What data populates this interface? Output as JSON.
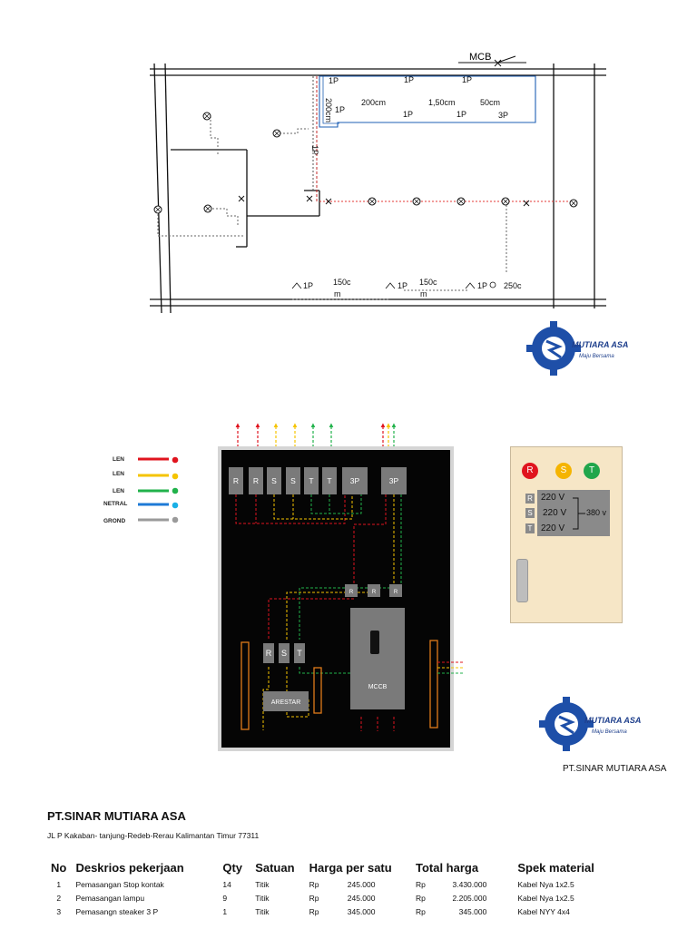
{
  "wiring_plan": {
    "mcb_label": "MCB",
    "labels_1p": [
      "1P",
      "1P",
      "1P",
      "1P",
      "1P",
      "1P",
      "1P"
    ],
    "label_3p": "3P",
    "dim_200cm_top": "200cm",
    "dim_150cm_top": "1,50cm",
    "dim_50cm": "50cm",
    "dim_200cm_vertical": "200cm",
    "bottom_labels": [
      "1P",
      "150c",
      "m",
      "1P",
      "150c",
      "m",
      "1P",
      "250c"
    ]
  },
  "logo": {
    "text_main": "MUTIARA ASA",
    "text_sub": "Maju Bersama"
  },
  "panel": {
    "legend": [
      {
        "label": "LEN",
        "color": "#e0141e"
      },
      {
        "label": "LEN",
        "color": "#f5c400"
      },
      {
        "label": "LEN",
        "color": "#21b24b"
      },
      {
        "label": "NETRAL",
        "color": "#1e7ad6"
      },
      {
        "label": "GROND",
        "color": "#9a9a9a"
      }
    ],
    "breakers": [
      "R",
      "R",
      "S",
      "S",
      "T",
      "T",
      "3P",
      "3P"
    ],
    "fuse_labels": [
      "R",
      "R",
      "R"
    ],
    "rst_labels": [
      "R",
      "S",
      "T"
    ],
    "arrester_label": "ARESTAR",
    "mccb_label": "MCCB",
    "meter": {
      "phase_indicators": [
        {
          "label": "R",
          "color": "#e0141e"
        },
        {
          "label": "S",
          "color": "#f5b400"
        },
        {
          "label": "T",
          "color": "#21a64b"
        }
      ],
      "rows": [
        {
          "phase": "R",
          "voltage": "220 V"
        },
        {
          "phase": "S",
          "voltage": "220 V"
        },
        {
          "phase": "T",
          "voltage": "220 V"
        }
      ],
      "line_voltage": "380 v"
    }
  },
  "caption": "PT.SINAR MUTIARA ASA",
  "company": {
    "name": "PT.SINAR MUTIARA ASA",
    "address": "JL P Kakaban- tanjung-Redeb-Rerau Kalimantan Timur 77311"
  },
  "table": {
    "headers": [
      "No",
      "Deskrios pekerjaan",
      "Qty",
      "Satuan",
      "Harga per satu",
      "Total harga",
      "Spek material"
    ],
    "rows": [
      {
        "no": "1",
        "desc": "Pemasangan Stop kontak",
        "qty": "14",
        "unit": "Titik",
        "cur1": "Rp",
        "price": "245.000",
        "cur2": "Rp",
        "total": "3.430.000",
        "spec": "Kabel Nya 1x2.5"
      },
      {
        "no": "2",
        "desc": "Pemasangan lampu",
        "qty": "9",
        "unit": "Titik",
        "cur1": "Rp",
        "price": "245.000",
        "cur2": "Rp",
        "total": "2.205.000",
        "spec": "Kabel Nya 1x2.5"
      },
      {
        "no": "3",
        "desc": "Pemasangn steaker 3 P",
        "qty": "1",
        "unit": "Titik",
        "cur1": "Rp",
        "price": "345.000",
        "cur2": "Rp",
        "total": "345.000",
        "spec": "Kabel NYY 4x4"
      }
    ]
  }
}
